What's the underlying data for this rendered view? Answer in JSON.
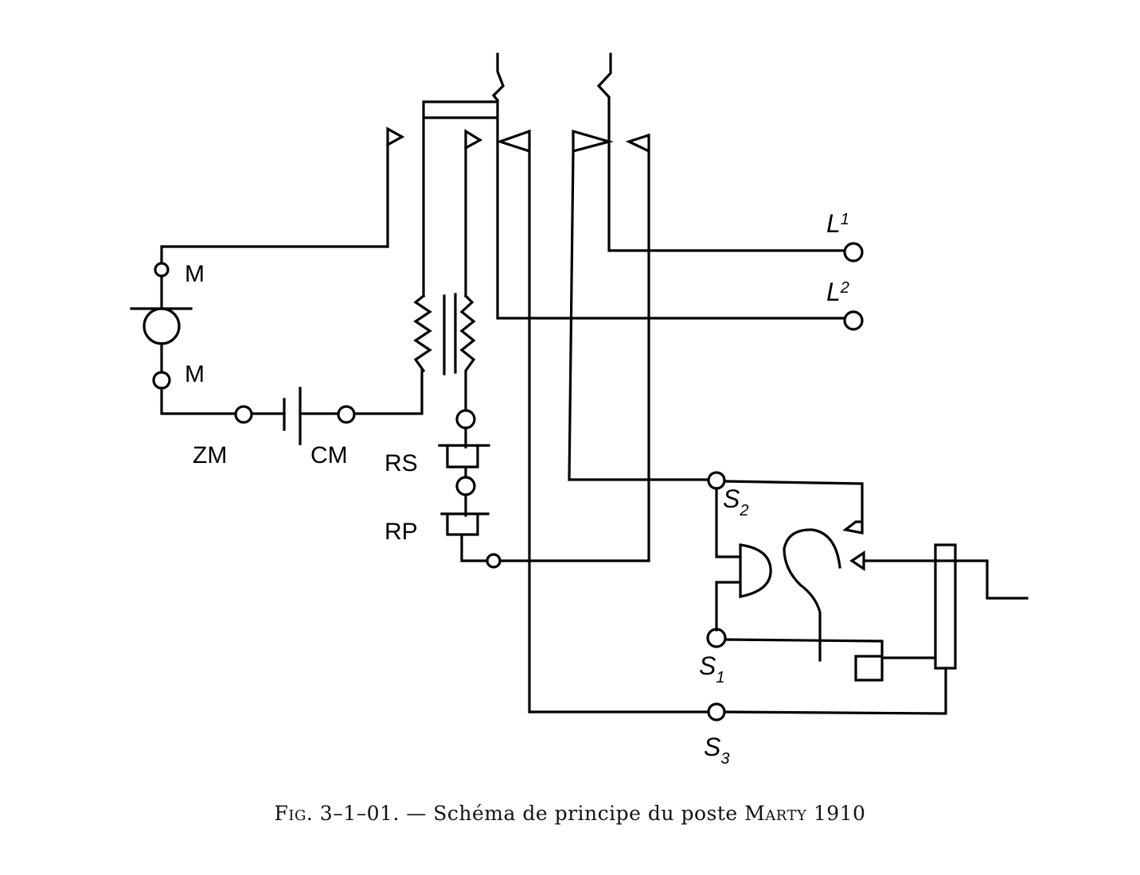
{
  "labels": {
    "m_top": "M",
    "m_bottom": "M",
    "zm": "ZM",
    "cm": "CM",
    "rs": "RS",
    "rp": "RP",
    "l1": {
      "base": "L",
      "sup": "1"
    },
    "l2": {
      "base": "L",
      "sup": "2"
    },
    "s1": {
      "base": "S",
      "sub": "1"
    },
    "s2": {
      "base": "S",
      "sub": "2"
    },
    "s3": {
      "base": "S",
      "sub": "3"
    }
  },
  "caption": {
    "fig_label": "Fig.",
    "fig_number": "3–1–01.",
    "text": "— Schéma de principe du poste",
    "name": "Marty",
    "year": "1910"
  }
}
